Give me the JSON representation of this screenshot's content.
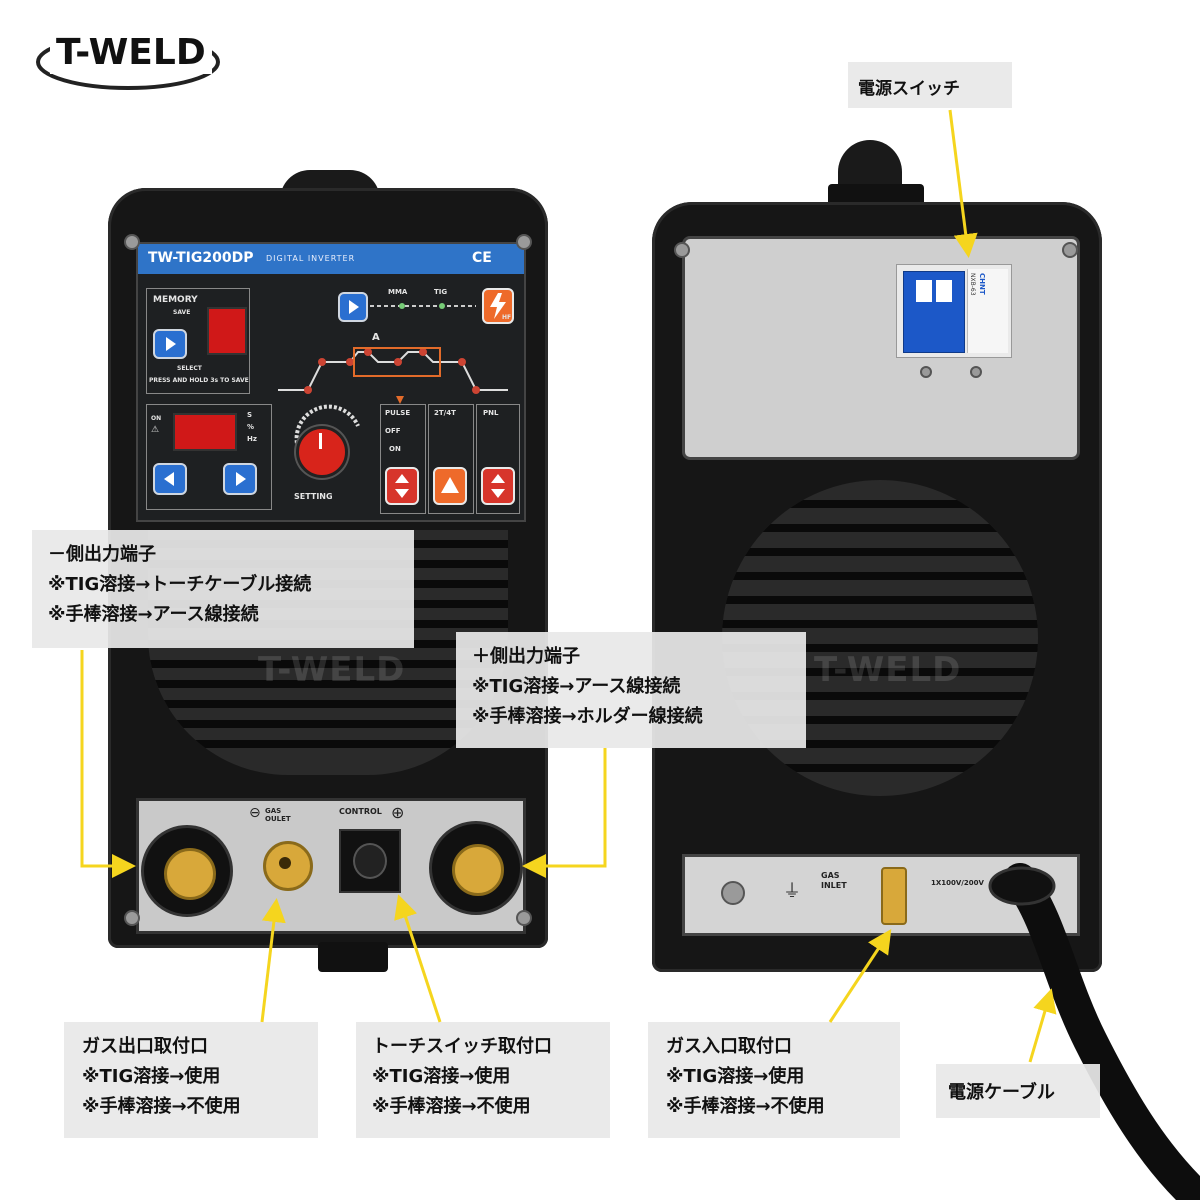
{
  "brand": {
    "logo_text": "T-WELD",
    "watermark": "T-WELD"
  },
  "front_unit": {
    "model_label": "TW-TIG200DP",
    "subtitle": "DIGITAL INVERTER",
    "ce_mark": "CE",
    "memory_label": "MEMORY",
    "save_label": "SAVE",
    "select_label": "SELECT",
    "press_hold_label": "PRESS AND HOLD 3s TO SAVE",
    "mma_label": "MMA",
    "tig_label": "TIG",
    "hf_label": "HF",
    "ampere_label": "A",
    "on_label": "ON",
    "s_label": "S",
    "pct_label": "%",
    "hz_label": "Hz",
    "setting_label": "SETTING",
    "pulse_label": "PULSE",
    "off_label": "OFF",
    "on2_label": "ON",
    "mode_2t4t_label": "2T/4T",
    "pnl_label": "PNL",
    "gas_outlet_label": "GAS\nOULET",
    "control_label": "CONTROL"
  },
  "rear_unit": {
    "breaker_brand": "CHNT",
    "breaker_model": "NXB-63",
    "gas_inlet_label": "GAS\nINLET",
    "voltage_label": "1X100V/200V"
  },
  "callouts": {
    "power_switch": {
      "title": "電源スイッチ"
    },
    "neg_terminal": {
      "title": "－側出力端子",
      "line1": "※TIG溶接→トーチケーブル接続",
      "line2": "※手棒溶接→アース線接続"
    },
    "pos_terminal": {
      "title": "＋側出力端子",
      "line1": "※TIG溶接→アース線接続",
      "line2": "※手棒溶接→ホルダー線接続"
    },
    "gas_outlet": {
      "title": "ガス出口取付口",
      "line1": "※TIG溶接→使用",
      "line2": "※手棒溶接→不使用"
    },
    "torch_switch": {
      "title": "トーチスイッチ取付口",
      "line1": "※TIG溶接→使用",
      "line2": "※手棒溶接→不使用"
    },
    "gas_inlet": {
      "title": "ガス入口取付口",
      "line1": "※TIG溶接→使用",
      "line2": "※手棒溶接→不使用"
    },
    "power_cable": {
      "title": "電源ケーブル"
    }
  },
  "colors": {
    "arrow": "#f5d51e",
    "panel_blue": "#2f74c8",
    "lcd_red": "#d01818",
    "button_red": "#d7352b",
    "button_orange": "#ee6a2a",
    "breaker_blue": "#1c58c8",
    "brass": "#d8a83a"
  }
}
